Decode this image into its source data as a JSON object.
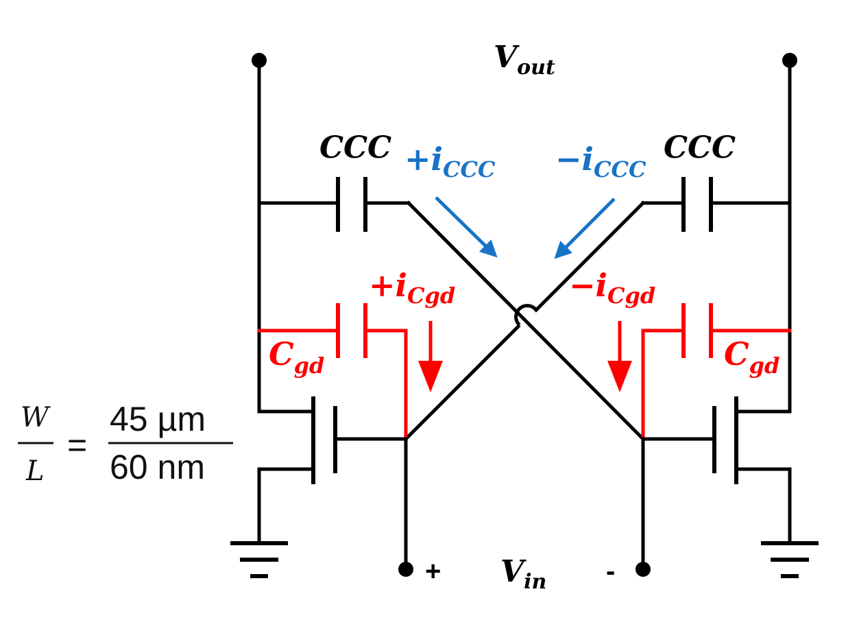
{
  "labels": {
    "vout": {
      "main": "V",
      "sub": "out"
    },
    "vin": {
      "main": "V",
      "sub": "in"
    },
    "ccc_left": "CCC",
    "ccc_right": "CCC",
    "i_ccc_pos": {
      "main": "+i",
      "sub": "CCC"
    },
    "i_ccc_neg": {
      "main": "−i",
      "sub": "CCC"
    },
    "i_cgd_pos": {
      "main": "+i",
      "sub": "Cgd"
    },
    "i_cgd_neg": {
      "main": "−i",
      "sub": "Cgd"
    },
    "cgd_left": {
      "main": "C",
      "sub": "gd"
    },
    "cgd_right": {
      "main": "C",
      "sub": "gd"
    },
    "vin_plus": "+",
    "vin_minus": "-",
    "ratio": {
      "w": "W",
      "l": "L",
      "equals": "=",
      "num": "45 µm",
      "den": "60 nm"
    }
  },
  "colors": {
    "wire": "#000000",
    "current_ccc": "#1873c6",
    "cgd": "#ff0000"
  }
}
